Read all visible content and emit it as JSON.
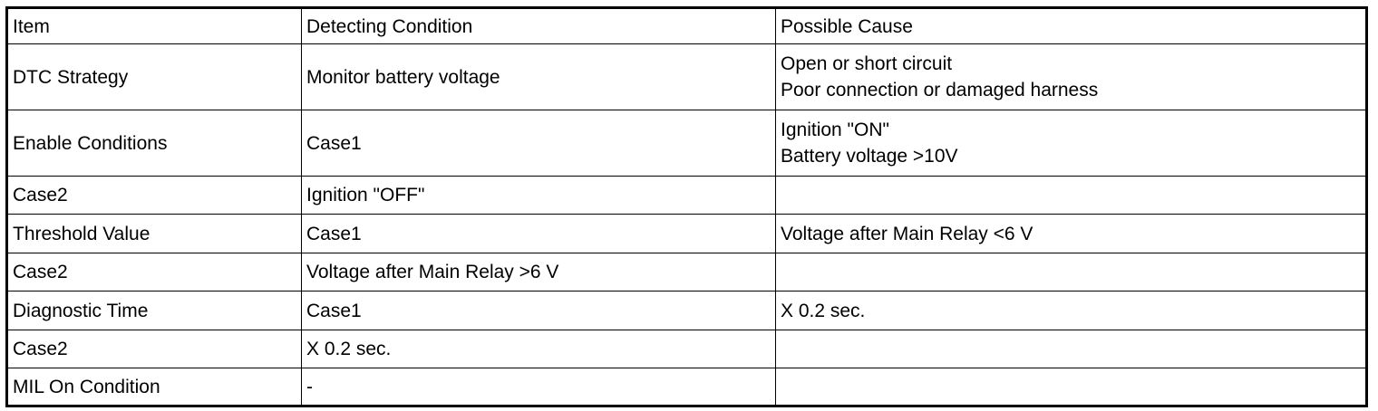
{
  "table": {
    "columns": [
      "Item",
      "Detecting Condition",
      "Possible Cause"
    ],
    "rows": [
      [
        "DTC Strategy",
        "Monitor battery voltage",
        "Open or short circuit\nPoor connection or damaged harness"
      ],
      [
        "Enable Conditions",
        "Case1",
        "Ignition \"ON\"\nBattery voltage >10V"
      ],
      [
        "Case2",
        "Ignition \"OFF\"",
        ""
      ],
      [
        "Threshold Value",
        "Case1",
        "Voltage after Main Relay <6 V"
      ],
      [
        "Case2",
        "Voltage after Main Relay >6 V",
        ""
      ],
      [
        "Diagnostic Time",
        "Case1",
        "X 0.2 sec."
      ],
      [
        "Case2",
        "X 0.2 sec.",
        ""
      ],
      [
        "MIL On Condition",
        "-",
        ""
      ]
    ]
  }
}
